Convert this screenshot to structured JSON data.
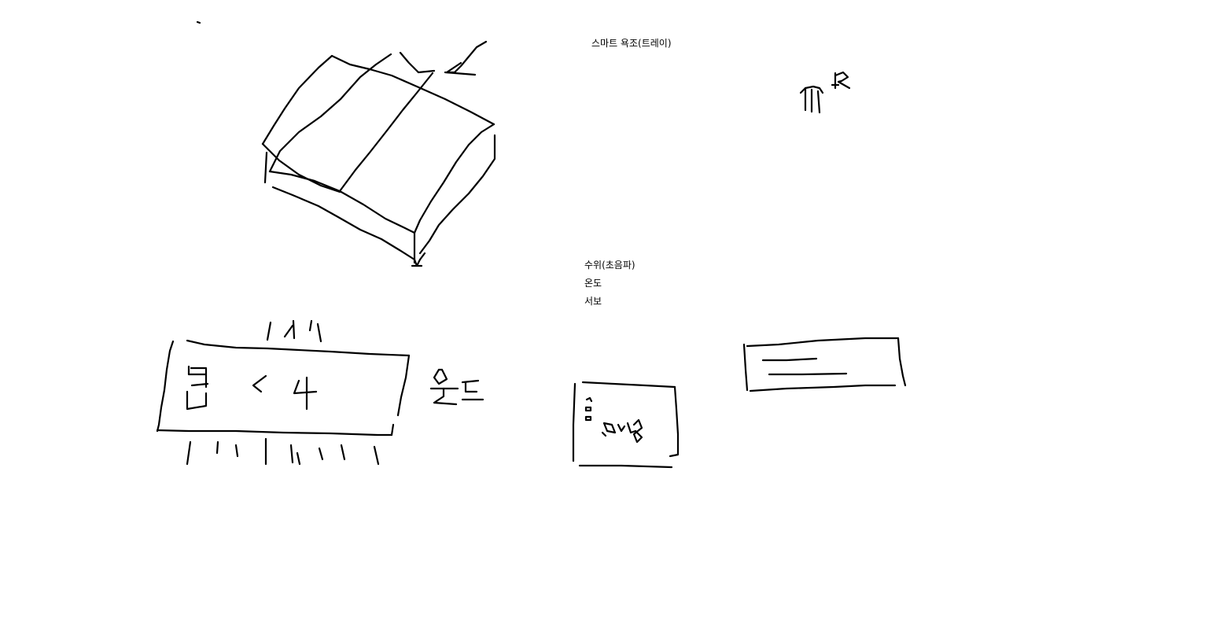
{
  "title": "스마트 욕조(트레이)",
  "sensors": [
    {
      "label": "수위(초음파)"
    },
    {
      "label": "온도"
    },
    {
      "label": "서보"
    }
  ],
  "ink_color": "#000000",
  "background": "#ffffff"
}
